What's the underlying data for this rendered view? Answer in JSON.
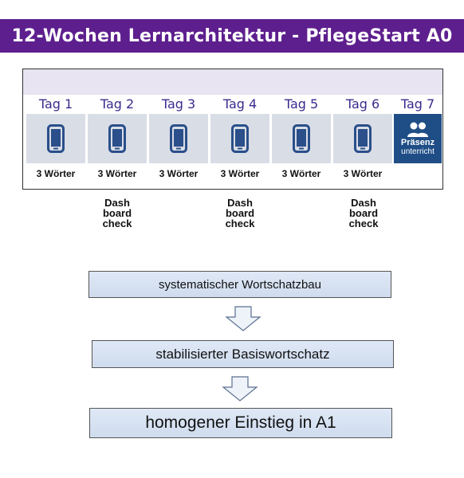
{
  "title": "12-Wochen Lernarchitektur - PflegeStart A0",
  "colors": {
    "banner": "#5e1f8e",
    "day_label": "#3b2a8c",
    "presence_tile": "#1f4e86",
    "phone_icon": "#2a4f8a"
  },
  "days": [
    {
      "label": "Tag 1",
      "icon": "smartphone-icon",
      "words": "3 Wörter"
    },
    {
      "label": "Tag 2",
      "icon": "smartphone-icon",
      "words": "3 Wörter"
    },
    {
      "label": "Tag 3",
      "icon": "smartphone-icon",
      "words": "3 Wörter"
    },
    {
      "label": "Tag 4",
      "icon": "smartphone-icon",
      "words": "3 Wörter"
    },
    {
      "label": "Tag 5",
      "icon": "smartphone-icon",
      "words": "3 Wörter"
    },
    {
      "label": "Tag 6",
      "icon": "smartphone-icon",
      "words": "3 Wörter"
    },
    {
      "label": "Tag 7",
      "icon": "group-icon",
      "line1": "Präsenz",
      "line2": "unterricht"
    }
  ],
  "dashboard_checks": [
    {
      "day": "Tag 2",
      "line1": "Dash",
      "line2": "board",
      "line3": "check"
    },
    {
      "day": "Tag 4",
      "line1": "Dash",
      "line2": "board",
      "line3": "check"
    },
    {
      "day": "Tag 6",
      "line1": "Dash",
      "line2": "board",
      "line3": "check"
    }
  ],
  "flow": [
    "systematischer Wortschatzbau",
    "stabilisierter Basiswortschatz",
    "homogener Einstieg in A1"
  ]
}
